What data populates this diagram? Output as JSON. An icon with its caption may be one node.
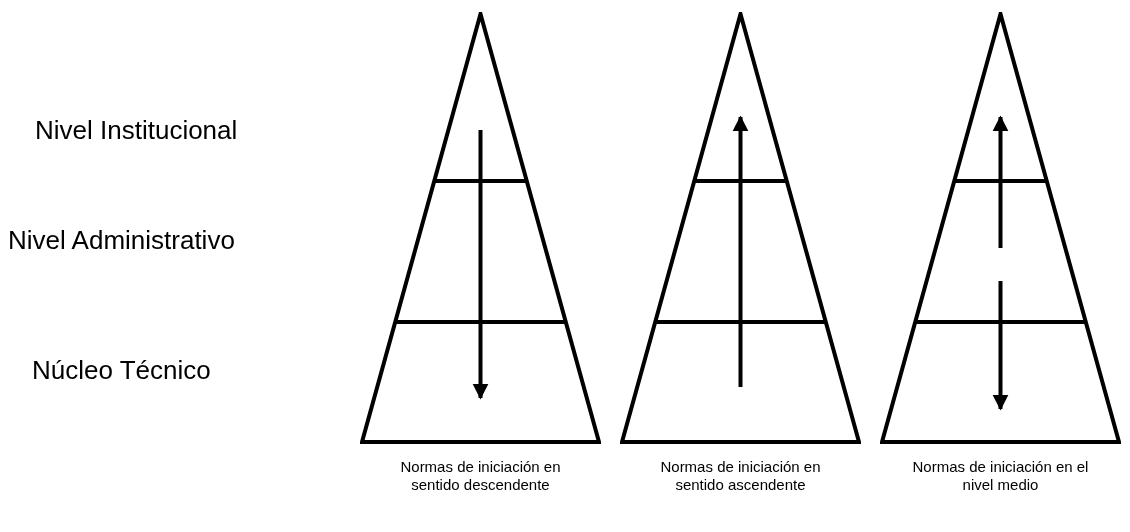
{
  "diagram": {
    "nodes": [
      {
        "text": [],
        "shape": "triangle",
        "beside": [
          "Normas de iniciación en sentido descendente"
        ]
      },
      {
        "text": [],
        "shape": "triangle",
        "beside": [
          "Normas de iniciación en sentido ascendente"
        ]
      },
      {
        "text": [],
        "shape": "triangle",
        "beside": [
          "Normas de iniciación en el nivel medio"
        ]
      }
    ],
    "labels": [
      "Nivel Institucional",
      "Nivel Administrativo",
      "Núcleo Técnico"
    ]
  }
}
